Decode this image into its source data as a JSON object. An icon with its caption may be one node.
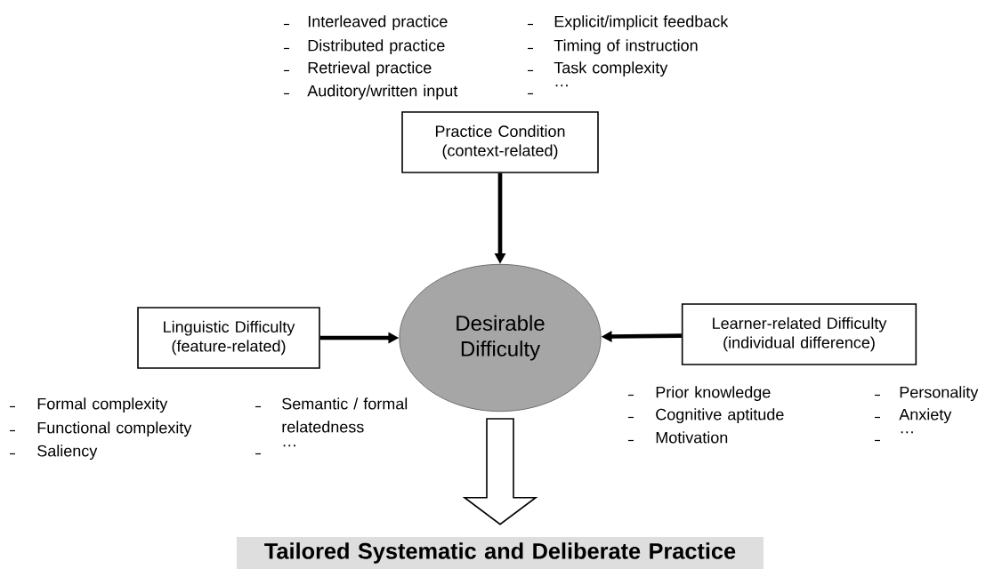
{
  "diagram": {
    "nodes": [
      {
        "text": [
          "Practice Condition (context-related)"
        ]
      },
      {
        "text": [
          "Desirable Difficulty"
        ]
      },
      {
        "text": [
          "Linguistic Difficulty (feature-related)"
        ]
      },
      {
        "text": [
          "Learner-related Difficulty (individual difference)"
        ]
      },
      {
        "text": [
          "Tailored Systematic and Deliberate Practice"
        ]
      }
    ],
    "edges": [
      {
        "from": 0,
        "to": 1,
        "arrow": "to"
      },
      {
        "from": 2,
        "to": 1,
        "arrow": "to"
      },
      {
        "from": 3,
        "to": 1,
        "arrow": "to"
      },
      {
        "from": 1,
        "to": 4,
        "arrow": "to",
        "style": "thick"
      }
    ],
    "labels": [
      "Interleaved practice",
      "Distributed practice",
      "Retrieval practice",
      "Auditory/written input",
      "Explicit/implicit feedback",
      "Timing of instruction",
      "Task complexity",
      "…",
      "Formal complexity",
      "Functional complexity",
      "Saliency",
      "Semantic / formal relatedness",
      "…",
      "Prior knowledge",
      "Cognitive aptitude",
      "Motivation",
      "Personality",
      "Anxiety",
      "…"
    ]
  }
}
